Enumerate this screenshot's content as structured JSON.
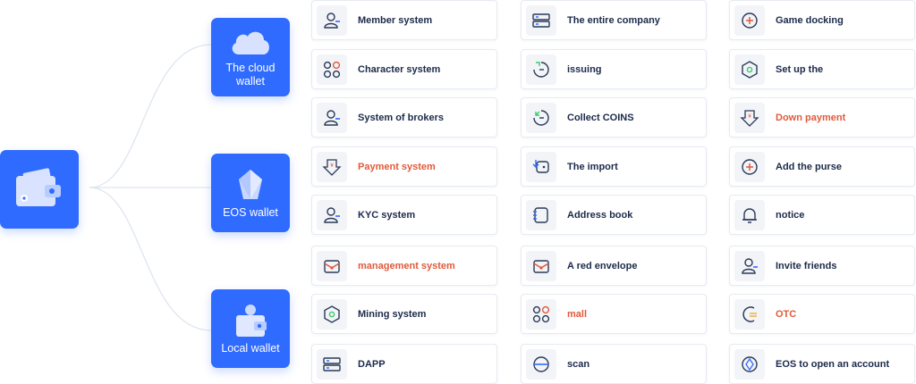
{
  "colors": {
    "primary": "#2f6bff",
    "text": "#1c2a4a",
    "highlight": "#e05a3a",
    "icon": "#2b3a57"
  },
  "root": {
    "icon": "wallet-icon"
  },
  "branches": [
    {
      "label": "The cloud wallet",
      "icon": "cloud-icon"
    },
    {
      "label": "EOS wallet",
      "icon": "eos-logo-icon"
    },
    {
      "label": "Local wallet",
      "icon": "local-wallet-icon"
    }
  ],
  "columns": [
    [
      {
        "label": "Member system",
        "icon": "user-icon",
        "highlight": false
      },
      {
        "label": "Character system",
        "icon": "grid-icon",
        "highlight": false
      },
      {
        "label": "System of brokers",
        "icon": "user-icon",
        "highlight": false
      },
      {
        "label": "Payment system",
        "icon": "payment-icon",
        "highlight": true
      },
      {
        "label": "KYC system",
        "icon": "user-icon",
        "highlight": false
      },
      {
        "label": "management system",
        "icon": "envelope-icon",
        "highlight": true
      },
      {
        "label": "Mining system",
        "icon": "hexagon-icon",
        "highlight": false
      },
      {
        "label": "DAPP",
        "icon": "server-icon",
        "highlight": false
      }
    ],
    [
      {
        "label": "The entire company",
        "icon": "server-icon",
        "highlight": false
      },
      {
        "label": "issuing",
        "icon": "issuing-icon",
        "highlight": false
      },
      {
        "label": "Collect COINS",
        "icon": "collect-icon",
        "highlight": false
      },
      {
        "label": "The import",
        "icon": "import-icon",
        "highlight": false
      },
      {
        "label": "Address book",
        "icon": "address-book-icon",
        "highlight": false
      },
      {
        "label": "A red envelope",
        "icon": "envelope-icon",
        "highlight": false
      },
      {
        "label": "mall",
        "icon": "grid-icon",
        "highlight": true
      },
      {
        "label": "scan",
        "icon": "scan-icon",
        "highlight": false
      }
    ],
    [
      {
        "label": "Game docking",
        "icon": "plus-circle-icon",
        "highlight": false
      },
      {
        "label": "Set up the",
        "icon": "hexagon-icon",
        "highlight": false
      },
      {
        "label": "Down payment",
        "icon": "payment-icon",
        "highlight": true
      },
      {
        "label": "Add the purse",
        "icon": "plus-circle-icon",
        "highlight": false
      },
      {
        "label": "notice",
        "icon": "bell-icon",
        "highlight": false
      },
      {
        "label": "Invite friends",
        "icon": "user-icon",
        "highlight": false
      },
      {
        "label": "OTC",
        "icon": "otc-icon",
        "highlight": true
      },
      {
        "label": "EOS to open an account",
        "icon": "eos-account-icon",
        "highlight": false
      }
    ]
  ]
}
